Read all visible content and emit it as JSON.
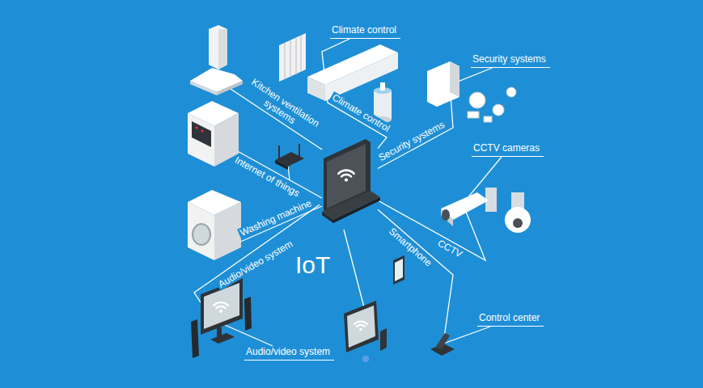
{
  "diagram": {
    "nodes": [
      {
        "text": [
          "Climate control"
        ]
      },
      {
        "text": [
          "Security systems"
        ]
      },
      {
        "text": [
          "CCTV cameras"
        ]
      },
      {
        "text": [
          "IoT"
        ]
      },
      {
        "text": [
          "Control center"
        ]
      },
      {
        "text": [
          "Audio/video system"
        ]
      }
    ],
    "edges": [
      {
        "from": 3,
        "to": 0,
        "arrow": "none",
        "label": "Climate control"
      },
      {
        "from": 3,
        "to": 1,
        "arrow": "none",
        "label": "Security systems"
      },
      {
        "from": 3,
        "to": 2,
        "arrow": "none",
        "label": "CCTV"
      },
      {
        "from": 3,
        "to": 4,
        "arrow": "none",
        "label": "Smartphone"
      },
      {
        "from": 3,
        "to": 5,
        "arrow": "none",
        "label": "Audio/video system"
      }
    ],
    "labels": [
      "Kitchen ventilation systems",
      "Internet of things",
      "Washing machine"
    ]
  }
}
